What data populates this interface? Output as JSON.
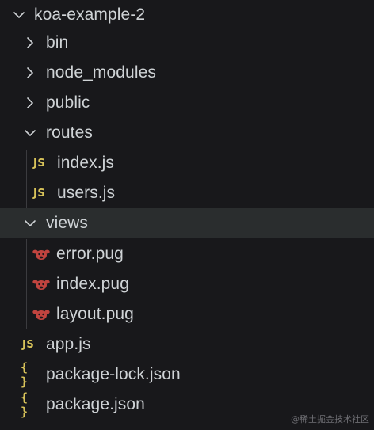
{
  "explorer": {
    "root": {
      "label": "koa-example-2",
      "icon": "chevron-down-icon",
      "expanded": true
    },
    "items": [
      {
        "label": "bin",
        "kind": "folder",
        "icon": "chevron-right-icon",
        "expanded": false
      },
      {
        "label": "node_modules",
        "kind": "folder",
        "icon": "chevron-right-icon",
        "expanded": false
      },
      {
        "label": "public",
        "kind": "folder",
        "icon": "chevron-right-icon",
        "expanded": false
      },
      {
        "label": "routes",
        "kind": "folder",
        "icon": "chevron-down-icon",
        "expanded": true
      },
      {
        "label": "index.js",
        "kind": "js",
        "icon_text": "JS",
        "icon": "javascript-file-icon"
      },
      {
        "label": "users.js",
        "kind": "js",
        "icon_text": "JS",
        "icon": "javascript-file-icon"
      },
      {
        "label": "views",
        "kind": "folder",
        "icon": "chevron-down-icon",
        "expanded": true,
        "selected": true
      },
      {
        "label": "error.pug",
        "kind": "pug",
        "icon": "pug-file-icon"
      },
      {
        "label": "index.pug",
        "kind": "pug",
        "icon": "pug-file-icon"
      },
      {
        "label": "layout.pug",
        "kind": "pug",
        "icon": "pug-file-icon"
      },
      {
        "label": "app.js",
        "kind": "js",
        "icon_text": "JS",
        "icon": "javascript-file-icon"
      },
      {
        "label": "package-lock.json",
        "kind": "json",
        "icon_text": "{ }",
        "icon": "json-file-icon"
      },
      {
        "label": "package.json",
        "kind": "json",
        "icon_text": "{ }",
        "icon": "json-file-icon"
      }
    ]
  },
  "colors": {
    "background": "#18181b",
    "selected_row": "#2a2d2e",
    "text": "#cfd3d6",
    "js_icon": "#d8c35a",
    "json_icon": "#d8c35a",
    "pug_icon": "#c1443f"
  },
  "watermark": "@稀土掘金技术社区"
}
